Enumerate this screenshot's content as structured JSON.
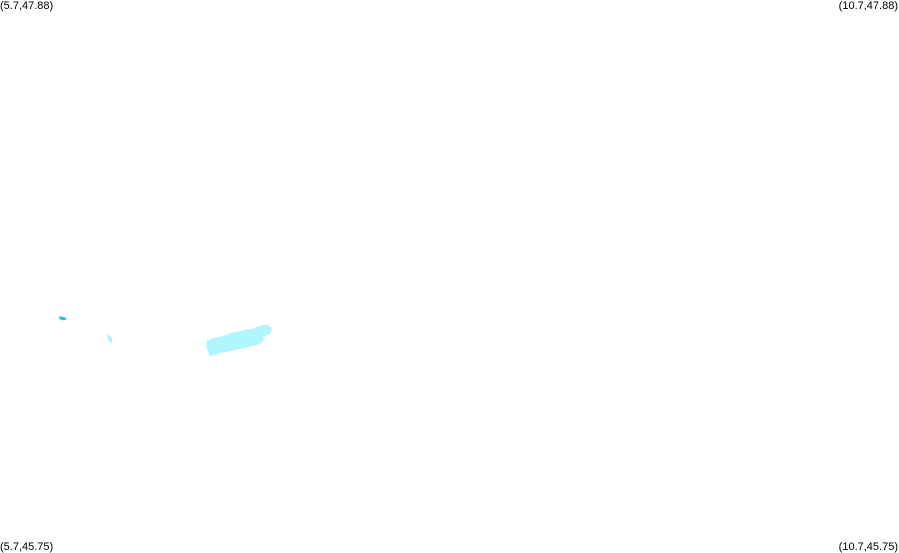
{
  "corners": {
    "top_left": "(5.7,47.88)",
    "top_right": "(10.7,47.88)",
    "bottom_left": "(5.7,45.75)",
    "bottom_right": "(10.7,45.75)"
  },
  "colors": {
    "background": "#ffffff",
    "feature_blue": "#33bbf0",
    "feature_pale": "#b0f6ff",
    "text": "#000000"
  }
}
